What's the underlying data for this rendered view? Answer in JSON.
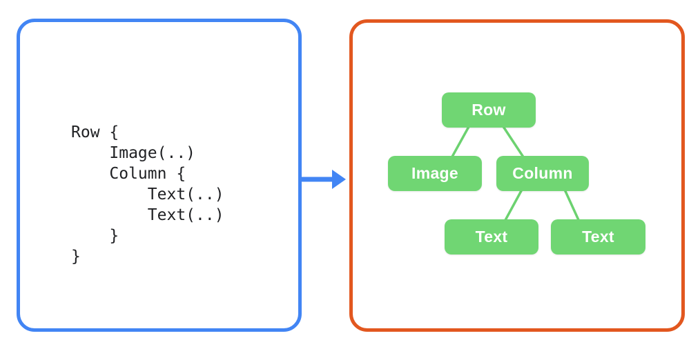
{
  "colors": {
    "panel_blue": "#4285F4",
    "panel_orange": "#E2571F",
    "node_green": "#70D673",
    "connector_green": "#6CD270",
    "code_text": "#202124",
    "node_text": "#FFFFFF",
    "arrow_blue": "#4285F4",
    "background": "#FFFFFF"
  },
  "code_panel": {
    "code": "Row {\n    Image(..)\n    Column {\n        Text(..)\n        Text(..)\n    }\n}"
  },
  "tree": {
    "nodes": [
      {
        "id": "row",
        "label": "Row"
      },
      {
        "id": "image",
        "label": "Image"
      },
      {
        "id": "column",
        "label": "Column"
      },
      {
        "id": "text-1",
        "label": "Text"
      },
      {
        "id": "text-2",
        "label": "Text"
      }
    ],
    "edges": [
      {
        "from": "row",
        "to": "image"
      },
      {
        "from": "row",
        "to": "column"
      },
      {
        "from": "column",
        "to": "text-1"
      },
      {
        "from": "column",
        "to": "text-2"
      }
    ]
  }
}
